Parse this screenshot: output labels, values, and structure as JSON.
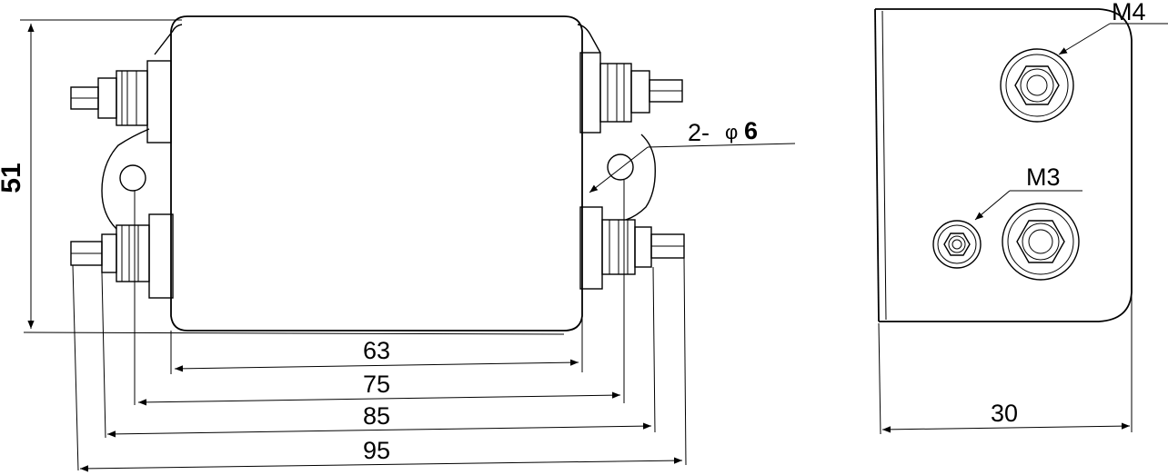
{
  "front_view": {
    "height_dim": "51",
    "width_dims": [
      "63",
      "75",
      "85",
      "95"
    ],
    "hole_note_prefix": "2-",
    "hole_note_symbol": "φ",
    "hole_note_value": "6"
  },
  "side_view": {
    "depth_dim": "30",
    "stud_large_label": "M4",
    "stud_small_label": "M3"
  },
  "colors": {
    "line": "#000000",
    "background": "#ffffff"
  }
}
